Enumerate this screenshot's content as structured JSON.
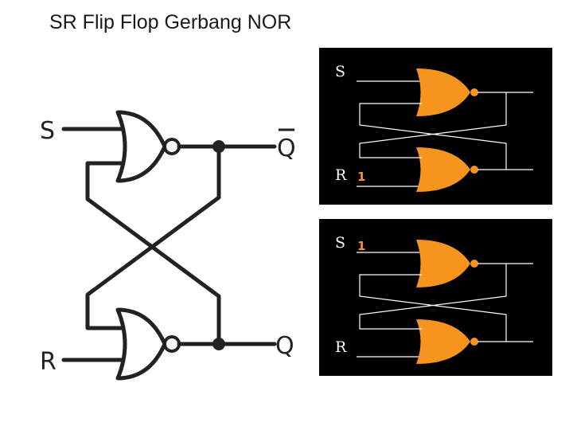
{
  "title": "SR Flip Flop Gerbang NOR",
  "colors": {
    "gate_fill": "#f7941d",
    "panel_background": "#000000",
    "value_highlight": "#f7941d"
  },
  "main_diagram": {
    "input_top": "S",
    "input_bottom": "R",
    "output_top_letter": "Q",
    "output_bottom": "Q"
  },
  "panel_top": {
    "input_top": "S",
    "input_bottom": "R",
    "input_bottom_value": "1"
  },
  "panel_bottom": {
    "input_top": "S",
    "input_top_value": "1",
    "input_bottom": "R"
  }
}
